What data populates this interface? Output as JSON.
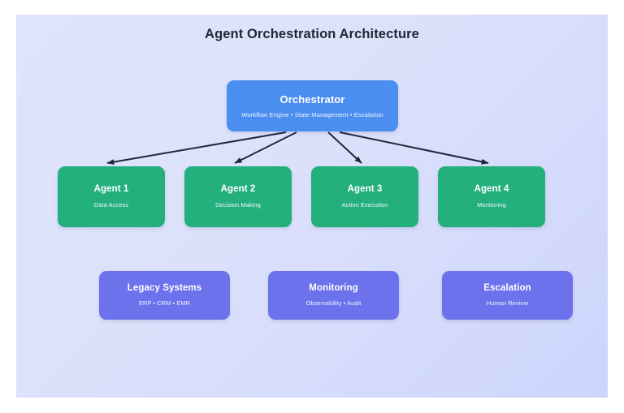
{
  "diagram": {
    "title": "Agent Orchestration Architecture",
    "orchestrator": {
      "title": "Orchestrator",
      "subtitle": "Workflow Engine • State Management • Escalation"
    },
    "agents": [
      {
        "title": "Agent 1",
        "subtitle": "Data Access"
      },
      {
        "title": "Agent 2",
        "subtitle": "Decision Making"
      },
      {
        "title": "Agent 3",
        "subtitle": "Action Execution"
      },
      {
        "title": "Agent 4",
        "subtitle": "Monitoring"
      }
    ],
    "support": [
      {
        "title": "Legacy Systems",
        "subtitle": "ERP • CRM • EMR"
      },
      {
        "title": "Monitoring",
        "subtitle": "Observability • Audit"
      },
      {
        "title": "Escalation",
        "subtitle": "Human Review"
      }
    ],
    "colors": {
      "orchestrator": "#4a8ef0",
      "agent": "#23b07d",
      "support": "#6b72ec",
      "arrow": "#1e2a3a",
      "title_text": "#222736",
      "background_start": "#dfe3fb",
      "background_end": "#cdd5fc"
    },
    "edges": [
      {
        "from": "Orchestrator",
        "to": "Agent 1"
      },
      {
        "from": "Orchestrator",
        "to": "Agent 2"
      },
      {
        "from": "Orchestrator",
        "to": "Agent 3"
      },
      {
        "from": "Orchestrator",
        "to": "Agent 4"
      }
    ]
  }
}
